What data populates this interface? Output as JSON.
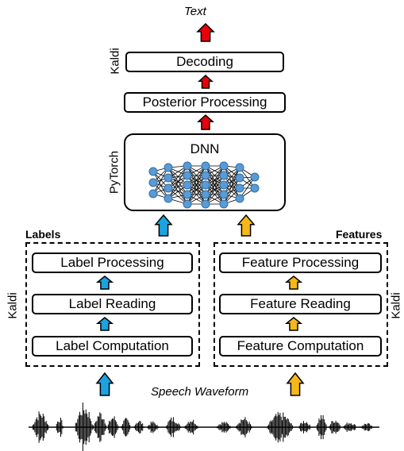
{
  "output_label": "Text",
  "kaldi_label": "Kaldi",
  "pytorch_label": "PyTorch",
  "decoding": "Decoding",
  "posterior_processing": "Posterior Processing",
  "dnn": "DNN",
  "labels_title": "Labels",
  "features_title": "Features",
  "label_processing": "Label Processing",
  "label_reading": "Label Reading",
  "label_computation": "Label Computation",
  "feature_processing": "Feature Processing",
  "feature_reading": "Feature Reading",
  "feature_computation": "Feature Computation",
  "input_label": "Speech Waveform",
  "colors": {
    "red_arrow": "#e8000b",
    "blue_arrow": "#1ba3e0",
    "orange_arrow": "#f6b819",
    "neuron": "#5b9bd5",
    "neuron_stroke": "#2e6da4"
  }
}
